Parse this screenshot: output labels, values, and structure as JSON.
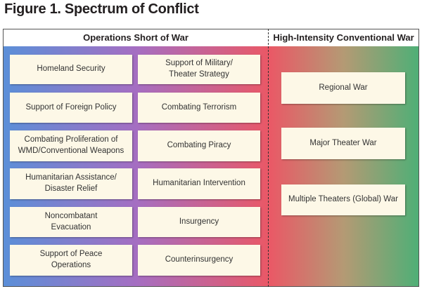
{
  "title": "Figure 1. Spectrum of Conflict",
  "sections": {
    "left": "Operations Short of War",
    "right": "High-Intensity Conventional War"
  },
  "left_col1": [
    "Homeland Security",
    "Support of Foreign Policy",
    "Combating Proliferation of WMD/Conventional Weapons",
    "Humanitarian Assistance/ Disaster Relief",
    "Noncombatant Evacuation",
    "Support of Peace Operations"
  ],
  "left_col2": [
    "Support of Military/ Theater Strategy",
    "Combating Terrorism",
    "Combating Piracy",
    "Humanitarian Intervention",
    "Insurgency",
    "Counterinsurgency"
  ],
  "right": [
    "Regional War",
    "Major Theater War",
    "Multiple Theaters (Global) War"
  ]
}
